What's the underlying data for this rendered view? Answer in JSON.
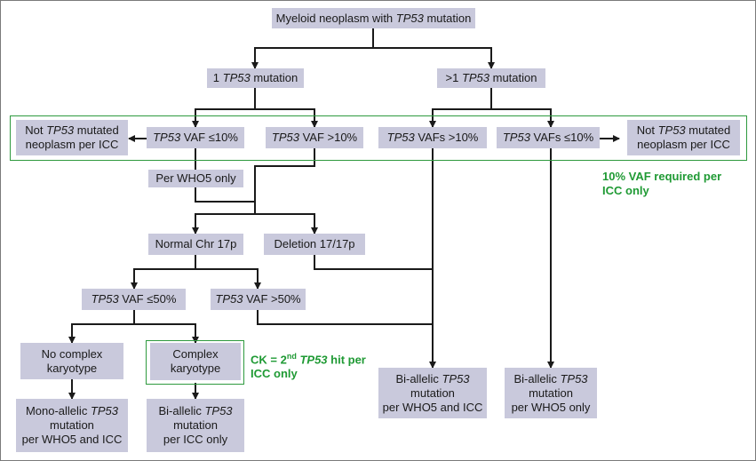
{
  "nodes": {
    "root": "Myeloid neoplasm with TP53 mutation",
    "one_mut": "1 TP53 mutation",
    "multi_mut": ">1 TP53 mutation",
    "not_mut_left": "Not TP53 mutated\nneoplasm per ICC",
    "vaf_le10": "TP53 VAF ≤10%",
    "vaf_gt10": "TP53 VAF >10%",
    "vafs_gt10": "TP53 VAFs >10%",
    "vafs_le10": "TP53 VAFs ≤10%",
    "not_mut_right": "Not TP53 mutated\nneoplasm per ICC",
    "who5_only": "Per WHO5 only",
    "normal_17p": "Normal Chr 17p",
    "del_17p": "Deletion 17/17p",
    "vaf_le50": "TP53 VAF ≤50%",
    "vaf_gt50": "TP53 VAF >50%",
    "no_ck": "No complex\nkaryotype",
    "ck": "Complex\nkaryotype",
    "mono_allelic": "Mono-allelic TP53\nmutation\nper WHO5 and ICC",
    "bi_icc_only": "Bi-allelic TP53\nmutation\nper ICC only",
    "bi_who5_icc": "Bi-allelic TP53\nmutation\nper WHO5 and ICC",
    "bi_who5_only": "Bi-allelic TP53\nmutation\nper WHO5 only"
  },
  "notes": {
    "vaf_note_line1": "10% VAF required per",
    "vaf_note_line2": "ICC only",
    "ck_note_prefix": "CK = 2",
    "ck_note_sup": "nd",
    "ck_note_italic": "TP53",
    "ck_note_suffix": " hit per",
    "ck_note_line2": "ICC only"
  },
  "colors": {
    "box_fill": "#c9c9dc",
    "highlight_green": "#2e9a3e",
    "arrow": "#1a1a1a"
  }
}
